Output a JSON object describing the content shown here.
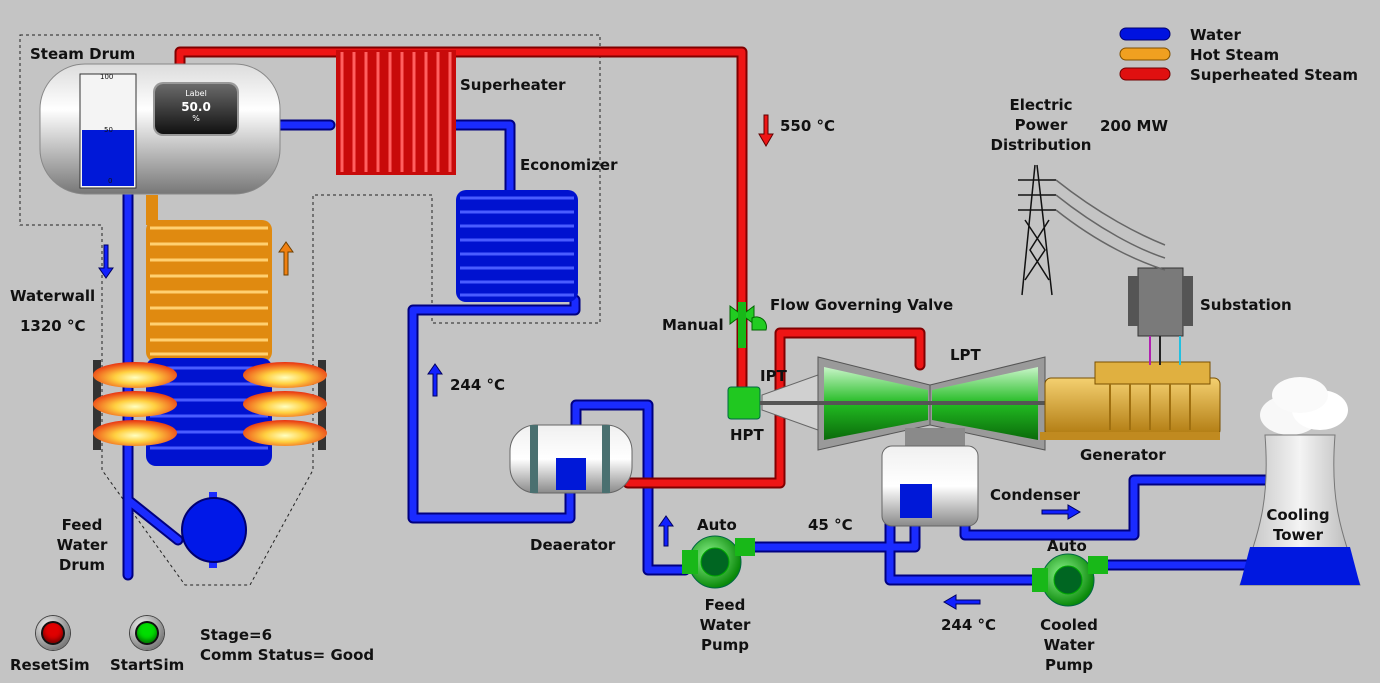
{
  "title": "Steam Drum",
  "legend": [
    {
      "label": "Water",
      "color": "#0010e0"
    },
    {
      "label": "Hot Steam",
      "color": "#f0a020"
    },
    {
      "label": "Superheated Steam",
      "color": "#e01010"
    }
  ],
  "drum_gauge": {
    "max": "100",
    "mid": "50",
    "min": "0",
    "level_pct": 50
  },
  "drum_display": {
    "label": "Label",
    "value": "50.0",
    "unit": "%"
  },
  "labels": {
    "superheater": "Superheater",
    "economizer": "Economizer",
    "waterwall": "Waterwall",
    "waterwall_temp": "1320 °C",
    "superheat_temp": "550 °C",
    "economizer_temp": "244 °C",
    "feed_water_drum": [
      "Feed",
      "Water",
      "Drum"
    ],
    "flow_valve": "Flow Governing Valve",
    "valve_mode": "Manual",
    "ipt": "IPT",
    "lpt": "LPT",
    "hpt": "HPT",
    "deaerator": "Deaerator",
    "auto_feed": "Auto",
    "condenser_temp": "45  °C",
    "condenser": "Condenser",
    "auto_cooled": "Auto",
    "return_temp": "244 °C",
    "feed_pump": [
      "Feed",
      "Water",
      "Pump"
    ],
    "cooled_pump": [
      "Cooled",
      "Water",
      "Pump"
    ],
    "cooling_tower": [
      "Cooling",
      "Tower"
    ],
    "generator": "Generator",
    "substation": "Substation",
    "power_dist": [
      "Electric",
      "Power",
      "Distribution"
    ],
    "power_value": "200 MW"
  },
  "controls": {
    "reset_label": "ResetSim",
    "start_label": "StartSim",
    "reset_color": "#e00000",
    "start_color": "#00dd00"
  },
  "status": {
    "stage": "Stage=6",
    "comm": "Comm Status= Good"
  }
}
